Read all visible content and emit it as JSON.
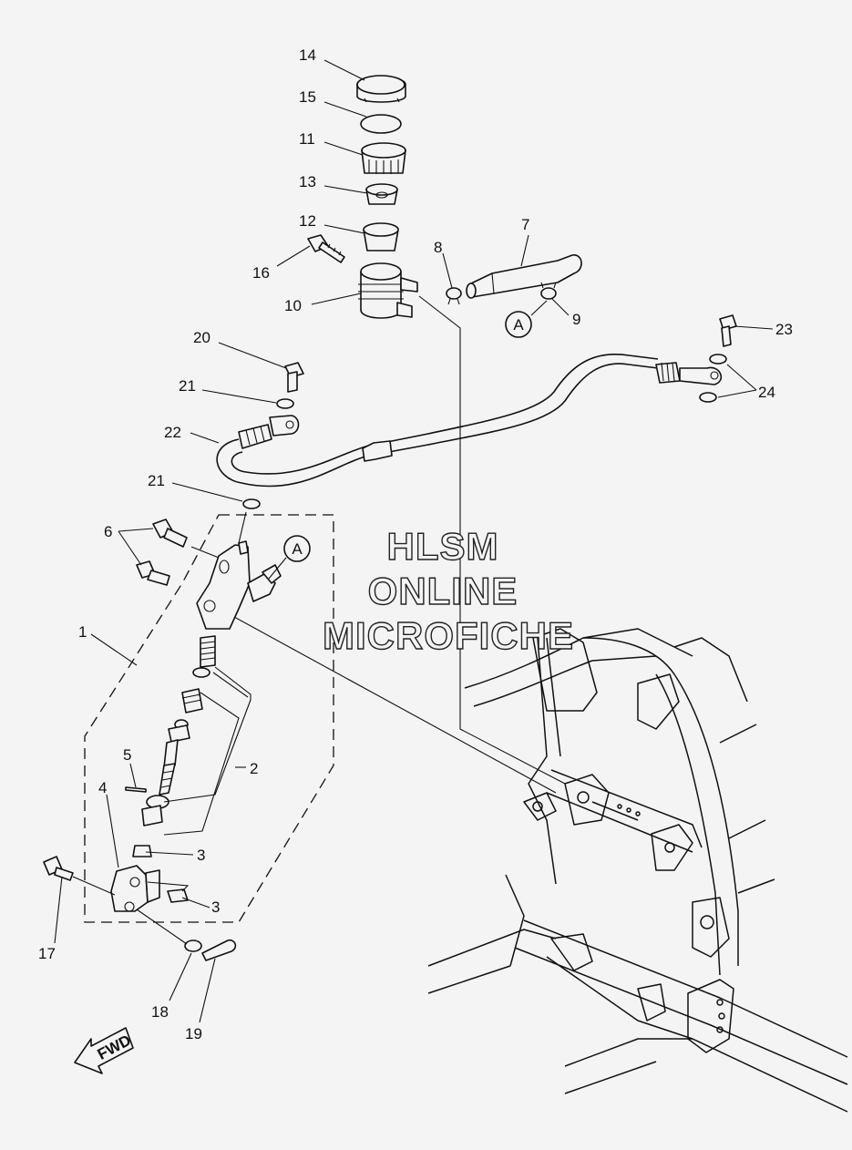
{
  "watermark": {
    "line1": "HLSM",
    "line2": "ONLINE",
    "line3": "MICROFICHE"
  },
  "fwd_label": "FWD",
  "ref_A_upper": "A",
  "ref_A_lower": "A",
  "callouts": {
    "c1": "1",
    "c2": "2",
    "c3a": "3",
    "c3b": "3",
    "c4": "4",
    "c5": "5",
    "c6": "6",
    "c7": "7",
    "c8": "8",
    "c9": "9",
    "c10": "10",
    "c11": "11",
    "c12": "12",
    "c13": "13",
    "c14": "14",
    "c15": "15",
    "c16": "16",
    "c17": "17",
    "c18": "18",
    "c19": "19",
    "c20": "20",
    "c21a": "21",
    "c21b": "21",
    "c22": "22",
    "c23": "23",
    "c24": "24"
  }
}
